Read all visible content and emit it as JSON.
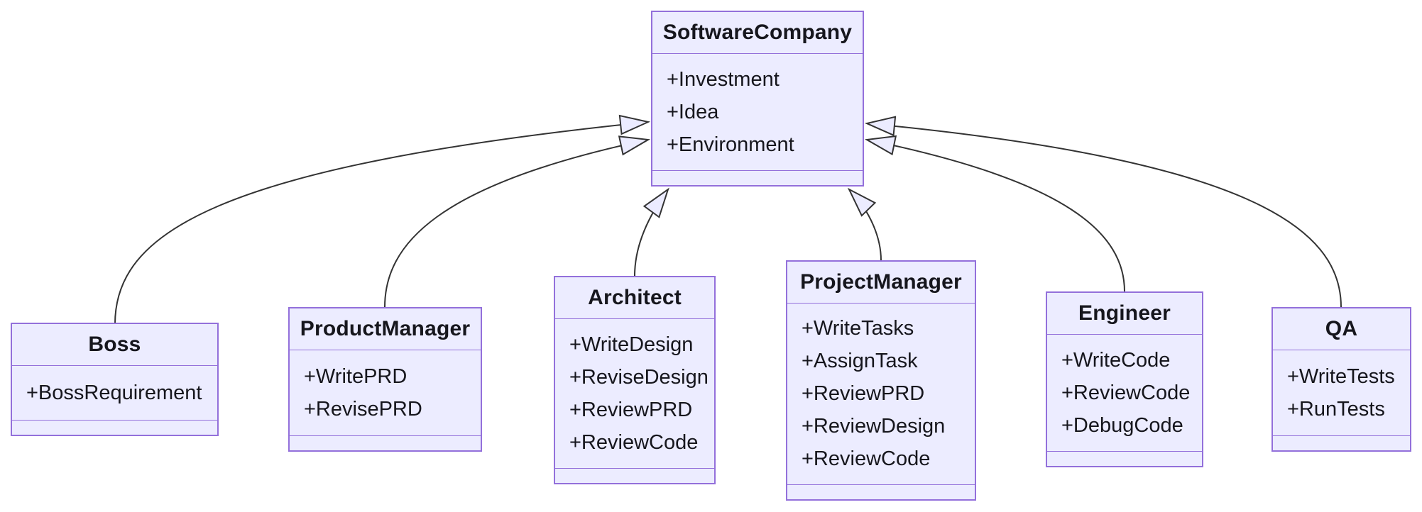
{
  "diagram": {
    "kind": "uml-class-diagram",
    "background_color": "#FFFFFF",
    "node_fill_color": "#ECECFF",
    "node_border_color": "#9370DB",
    "edge_color": "#333333",
    "text_color": "#16161D"
  },
  "classes": [
    {
      "name": "SoftwareCompany",
      "members": [
        "+Investment",
        "+Idea",
        "+Environment"
      ]
    },
    {
      "name": "Boss",
      "members": [
        "+BossRequirement"
      ]
    },
    {
      "name": "ProductManager",
      "members": [
        "+WritePRD",
        "+RevisePRD"
      ]
    },
    {
      "name": "Architect",
      "members": [
        "+WriteDesign",
        "+ReviseDesign",
        "+ReviewPRD",
        "+ReviewCode"
      ]
    },
    {
      "name": "ProjectManager",
      "members": [
        "+WriteTasks",
        "+AssignTask",
        "+ReviewPRD",
        "+ReviewDesign",
        "+ReviewCode"
      ]
    },
    {
      "name": "Engineer",
      "members": [
        "+WriteCode",
        "+ReviewCode",
        "+DebugCode"
      ]
    },
    {
      "name": "QA",
      "members": [
        "+WriteTests",
        "+RunTests"
      ]
    }
  ],
  "relationships": [
    {
      "from": "Boss",
      "to": "SoftwareCompany",
      "type": "inheritance"
    },
    {
      "from": "ProductManager",
      "to": "SoftwareCompany",
      "type": "inheritance"
    },
    {
      "from": "Architect",
      "to": "SoftwareCompany",
      "type": "inheritance"
    },
    {
      "from": "ProjectManager",
      "to": "SoftwareCompany",
      "type": "inheritance"
    },
    {
      "from": "Engineer",
      "to": "SoftwareCompany",
      "type": "inheritance"
    },
    {
      "from": "QA",
      "to": "SoftwareCompany",
      "type": "inheritance"
    }
  ]
}
